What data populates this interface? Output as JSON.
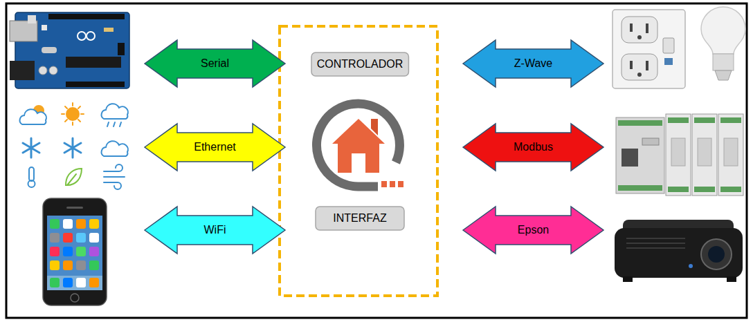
{
  "diagram": {
    "nodes": [
      {
        "text": [
          "Serial"
        ]
      },
      {
        "text": [
          "CONTROLADOR"
        ]
      },
      {
        "text": [
          "Z-Wave"
        ]
      },
      {
        "text": [
          "Ethernet"
        ]
      },
      {
        "text": [
          "Modbus"
        ]
      },
      {
        "text": [
          "WiFi"
        ]
      },
      {
        "text": [
          "INTERFAZ"
        ]
      },
      {
        "text": [
          "Epson"
        ]
      }
    ]
  }
}
